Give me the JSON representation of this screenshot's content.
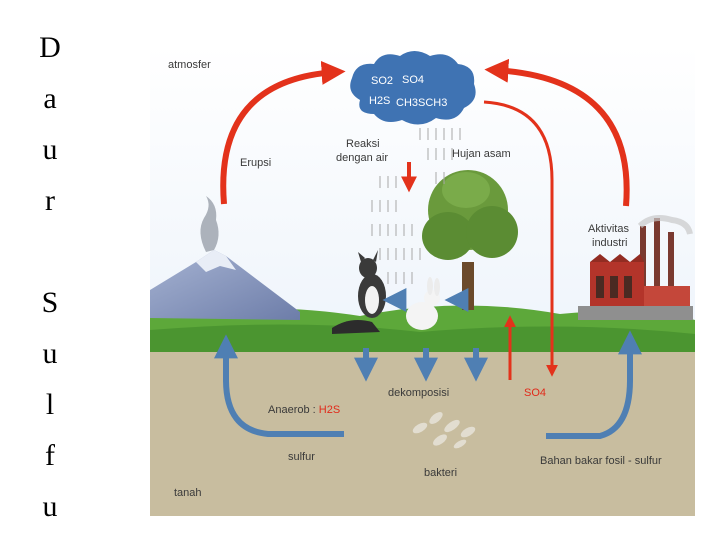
{
  "title_letters": [
    "D",
    "a",
    "u",
    "r",
    "",
    "S",
    "u",
    "l",
    "f",
    "u"
  ],
  "diagram": {
    "atmosfer": "atmosfer",
    "cloud": {
      "so2": "SO2",
      "so4": "SO4",
      "h2s": "H2S",
      "ch3sch3": "CH3SCH3"
    },
    "erupsi": "Erupsi",
    "reaksi_line1": "Reaksi",
    "reaksi_line2": "dengan air",
    "hujan_asam": "Hujan asam",
    "aktivitas_line1": "Aktivitas",
    "aktivitas_line2": "industri",
    "dekomposisi": "dekomposisi",
    "so4_soil": "SO4",
    "anaerob_prefix": "Anaerob : ",
    "anaerob_h2s": "H2S",
    "sulfur": "sulfur",
    "bakteri": "bakteri",
    "bahan_bakar": "Bahan bakar fosil - sulfur",
    "tanah": "tanah"
  },
  "colors": {
    "red_arrow": "#e3321b",
    "blue_arrow": "#4f7fb3",
    "soil": "#c8bd9f",
    "grass": "#5da83a",
    "cloud": "#3f73b3"
  }
}
